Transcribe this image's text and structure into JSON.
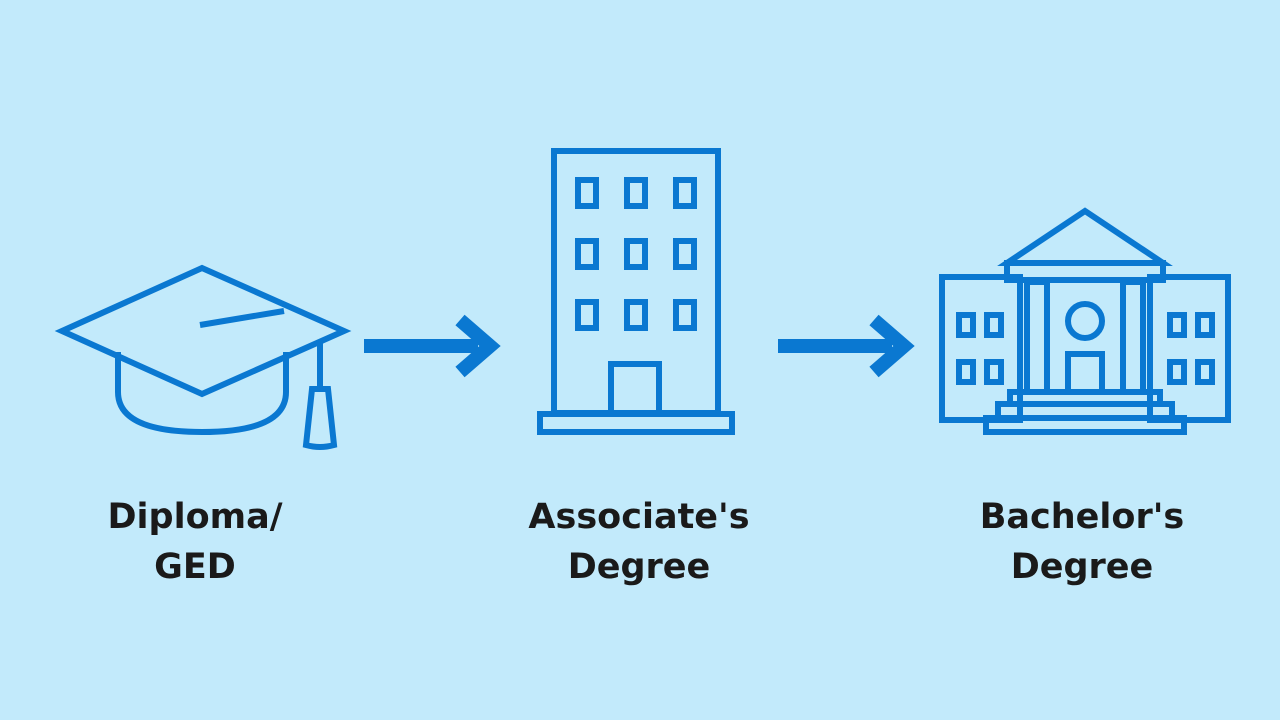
{
  "colors": {
    "background": "#c2eafb",
    "accent": "#0a78d1",
    "text": "#1a1a1a"
  },
  "steps": [
    {
      "icon": "graduation-cap-icon",
      "line1": "Diploma/",
      "line2": "GED"
    },
    {
      "icon": "office-building-icon",
      "line1": "Associate's",
      "line2": "Degree"
    },
    {
      "icon": "university-building-icon",
      "line1": "Bachelor's",
      "line2": "Degree"
    }
  ],
  "arrows": [
    "arrow-right-icon",
    "arrow-right-icon"
  ]
}
